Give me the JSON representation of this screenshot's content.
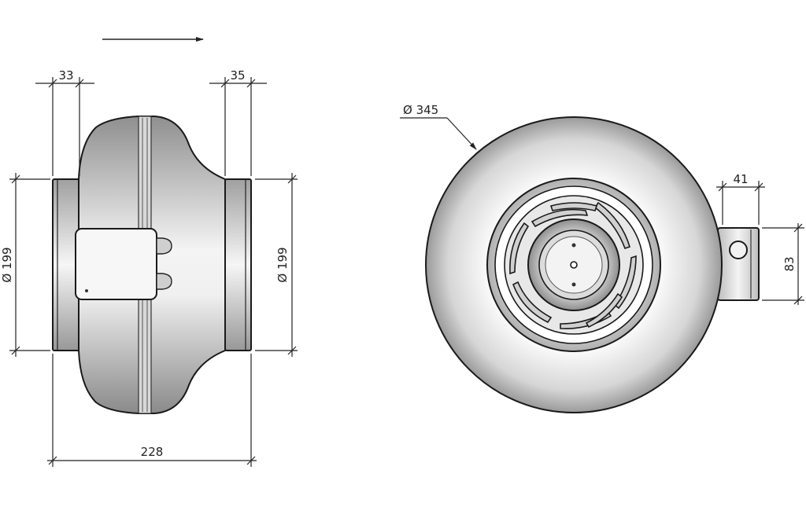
{
  "side_view": {
    "dim_left_flange": "33",
    "dim_right_flange": "35",
    "dim_inlet_diameter": "Ø 199",
    "dim_outlet_diameter": "Ø 199",
    "dim_total_length": "228"
  },
  "front_view": {
    "dim_housing_diameter": "Ø 345",
    "dim_box_depth": "41",
    "dim_box_height": "83"
  },
  "colors": {
    "line": "#1a1a1a",
    "metal_light": "#f2f2f2",
    "metal_mid": "#c4c4c4",
    "metal_dark": "#8a8a8a"
  }
}
